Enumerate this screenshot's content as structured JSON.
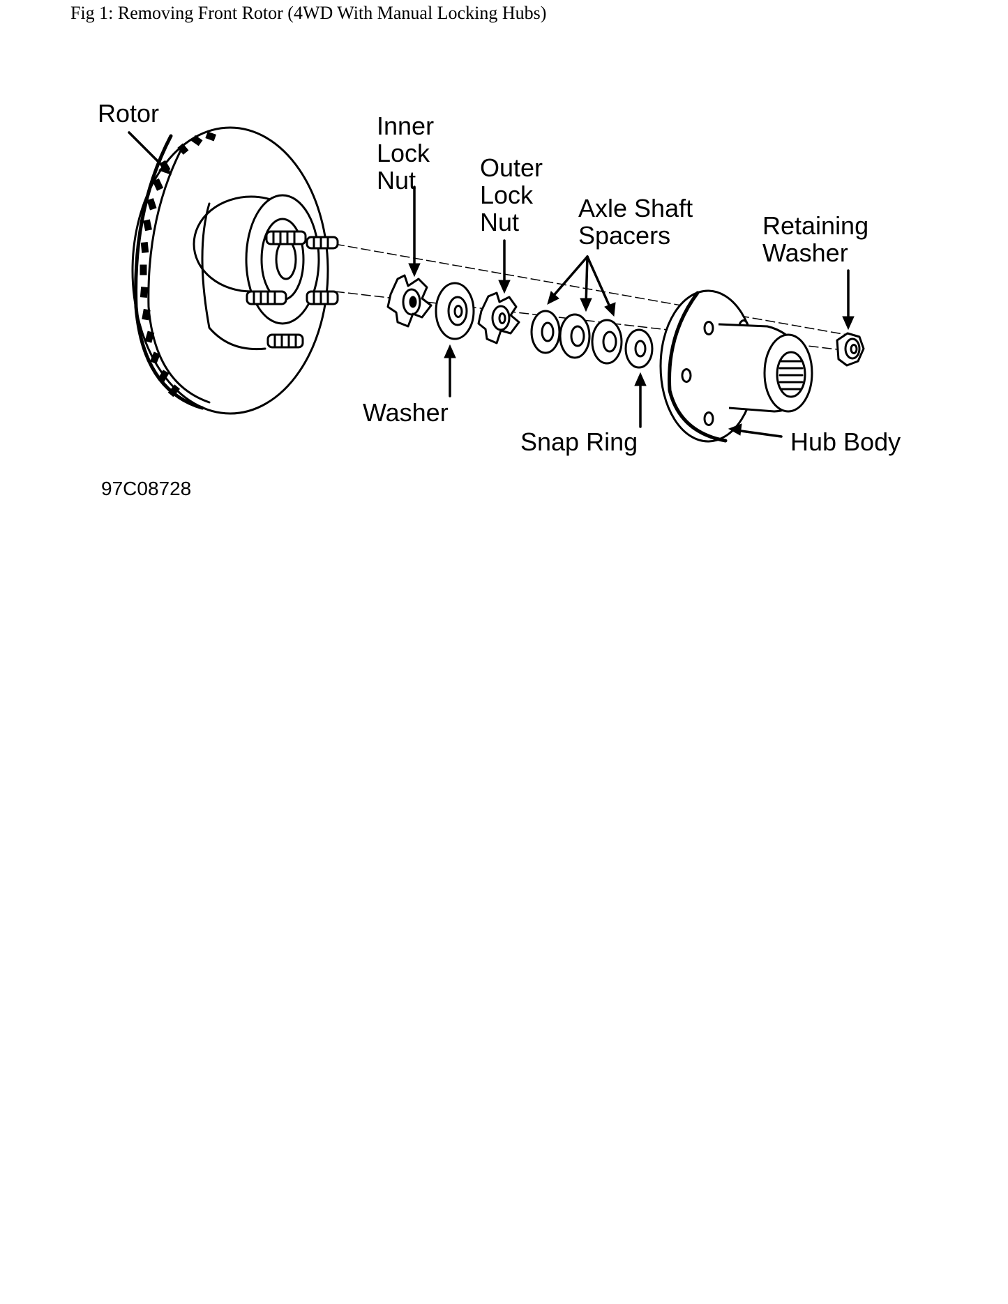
{
  "caption": "Fig 1: Removing Front Rotor (4WD With Manual Locking Hubs)",
  "labels": {
    "rotor": "Rotor",
    "inner_lock_nut": [
      "Inner",
      "Lock",
      "Nut"
    ],
    "outer_lock_nut": [
      "Outer",
      "Lock",
      "Nut"
    ],
    "axle_shaft_spacers": [
      "Axle Shaft",
      "Spacers"
    ],
    "retaining_washer": [
      "Retaining",
      "Washer"
    ],
    "washer": "Washer",
    "snap_ring": "Snap Ring",
    "hub_body": "Hub Body"
  },
  "figure_id": "97C08728"
}
